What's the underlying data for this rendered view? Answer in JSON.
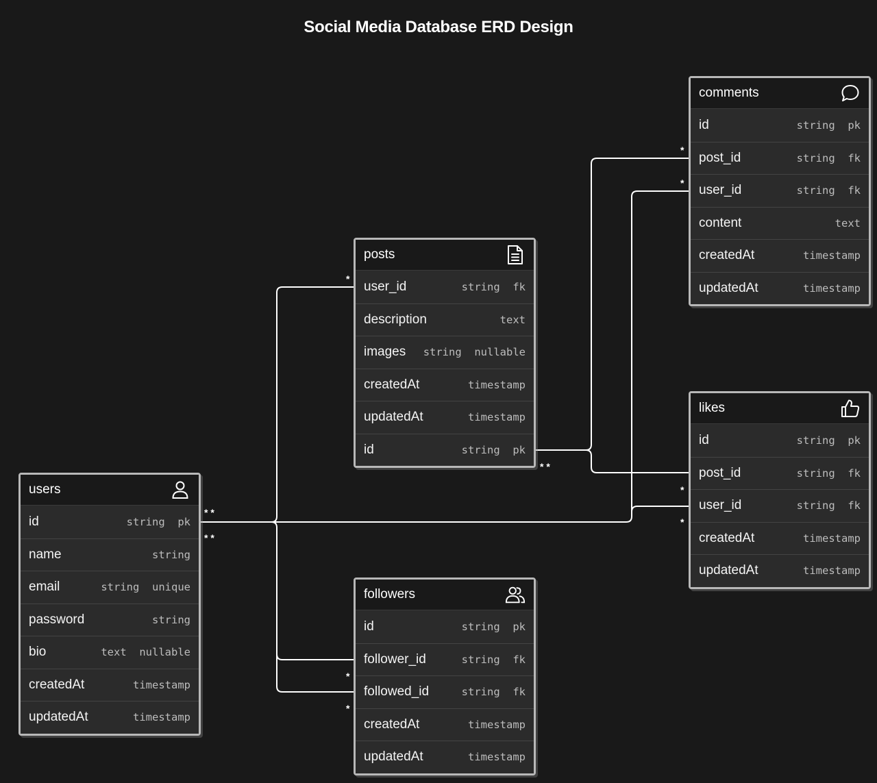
{
  "title": "Social Media Database ERD Design",
  "entities": {
    "users": {
      "name": "users",
      "icon": "user-icon",
      "fields": [
        {
          "name": "id",
          "type": "string  pk"
        },
        {
          "name": "name",
          "type": "string"
        },
        {
          "name": "email",
          "type": "string  unique"
        },
        {
          "name": "password",
          "type": "string"
        },
        {
          "name": "bio",
          "type": "text  nullable"
        },
        {
          "name": "createdAt",
          "type": "timestamp"
        },
        {
          "name": "updatedAt",
          "type": "timestamp"
        }
      ]
    },
    "posts": {
      "name": "posts",
      "icon": "document-icon",
      "fields": [
        {
          "name": "user_id",
          "type": "string  fk"
        },
        {
          "name": "description",
          "type": "text"
        },
        {
          "name": "images",
          "type": "string  nullable"
        },
        {
          "name": "createdAt",
          "type": "timestamp"
        },
        {
          "name": "updatedAt",
          "type": "timestamp"
        },
        {
          "name": "id",
          "type": "string  pk"
        }
      ]
    },
    "followers": {
      "name": "followers",
      "icon": "users-icon",
      "fields": [
        {
          "name": "id",
          "type": "string  pk"
        },
        {
          "name": "follower_id",
          "type": "string  fk"
        },
        {
          "name": "followed_id",
          "type": "string  fk"
        },
        {
          "name": "createdAt",
          "type": "timestamp"
        },
        {
          "name": "updatedAt",
          "type": "timestamp"
        }
      ]
    },
    "comments": {
      "name": "comments",
      "icon": "chat-bubble-icon",
      "fields": [
        {
          "name": "id",
          "type": "string  pk"
        },
        {
          "name": "post_id",
          "type": "string  fk"
        },
        {
          "name": "user_id",
          "type": "string  fk"
        },
        {
          "name": "content",
          "type": "text"
        },
        {
          "name": "createdAt",
          "type": "timestamp"
        },
        {
          "name": "updatedAt",
          "type": "timestamp"
        }
      ]
    },
    "likes": {
      "name": "likes",
      "icon": "thumbs-up-icon",
      "fields": [
        {
          "name": "id",
          "type": "string  pk"
        },
        {
          "name": "post_id",
          "type": "string  fk"
        },
        {
          "name": "user_id",
          "type": "string  fk"
        },
        {
          "name": "createdAt",
          "type": "timestamp"
        },
        {
          "name": "updatedAt",
          "type": "timestamp"
        }
      ]
    }
  },
  "relations": [
    {
      "from": "users.id",
      "to": "posts.user_id",
      "cardinality": "one-to-many"
    },
    {
      "from": "users.id",
      "to": "followers.follower_id",
      "cardinality": "one-to-many"
    },
    {
      "from": "users.id",
      "to": "followers.followed_id",
      "cardinality": "one-to-many"
    },
    {
      "from": "users.id",
      "to": "comments.user_id",
      "cardinality": "one-to-many"
    },
    {
      "from": "users.id",
      "to": "likes.user_id",
      "cardinality": "one-to-many"
    },
    {
      "from": "posts.id",
      "to": "comments.post_id",
      "cardinality": "one-to-many"
    },
    {
      "from": "posts.id",
      "to": "likes.post_id",
      "cardinality": "one-to-many"
    }
  ],
  "colors": {
    "background": "#191919",
    "card": "#2b2b2b",
    "border": "#b8b8b8",
    "line": "#ffffff",
    "type_text": "#bdbdbd"
  }
}
